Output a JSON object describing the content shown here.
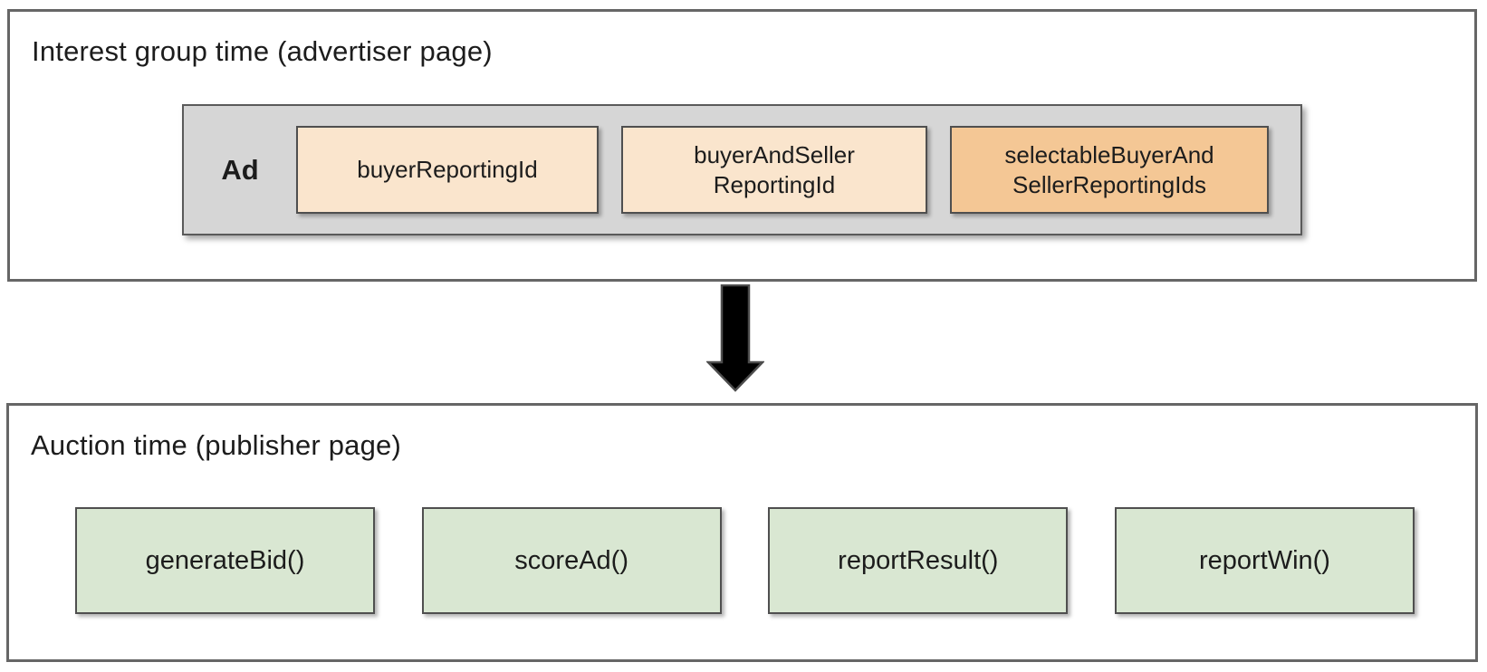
{
  "colors": {
    "peach": "#fae5cd",
    "orange": "#f4c795",
    "green": "#d9e7d2",
    "gray_container": "#d6d6d6",
    "panel_border": "#666666",
    "box_border": "#4f4f4f",
    "arrow": "#000000"
  },
  "interest_group_panel": {
    "title": "Interest group time (advertiser page)",
    "ad_label": "Ad",
    "reporting_id_boxes": [
      {
        "label": "buyerReportingId"
      },
      {
        "label": "buyerAndSeller\nReportingId"
      },
      {
        "label": "selectableBuyerAnd\nSellerReportingIds"
      }
    ]
  },
  "arrow": {
    "icon": "down-arrow"
  },
  "auction_panel": {
    "title": "Auction time (publisher page)",
    "function_boxes": [
      {
        "label": "generateBid()"
      },
      {
        "label": "scoreAd()"
      },
      {
        "label": "reportResult()"
      },
      {
        "label": "reportWin()"
      }
    ]
  }
}
